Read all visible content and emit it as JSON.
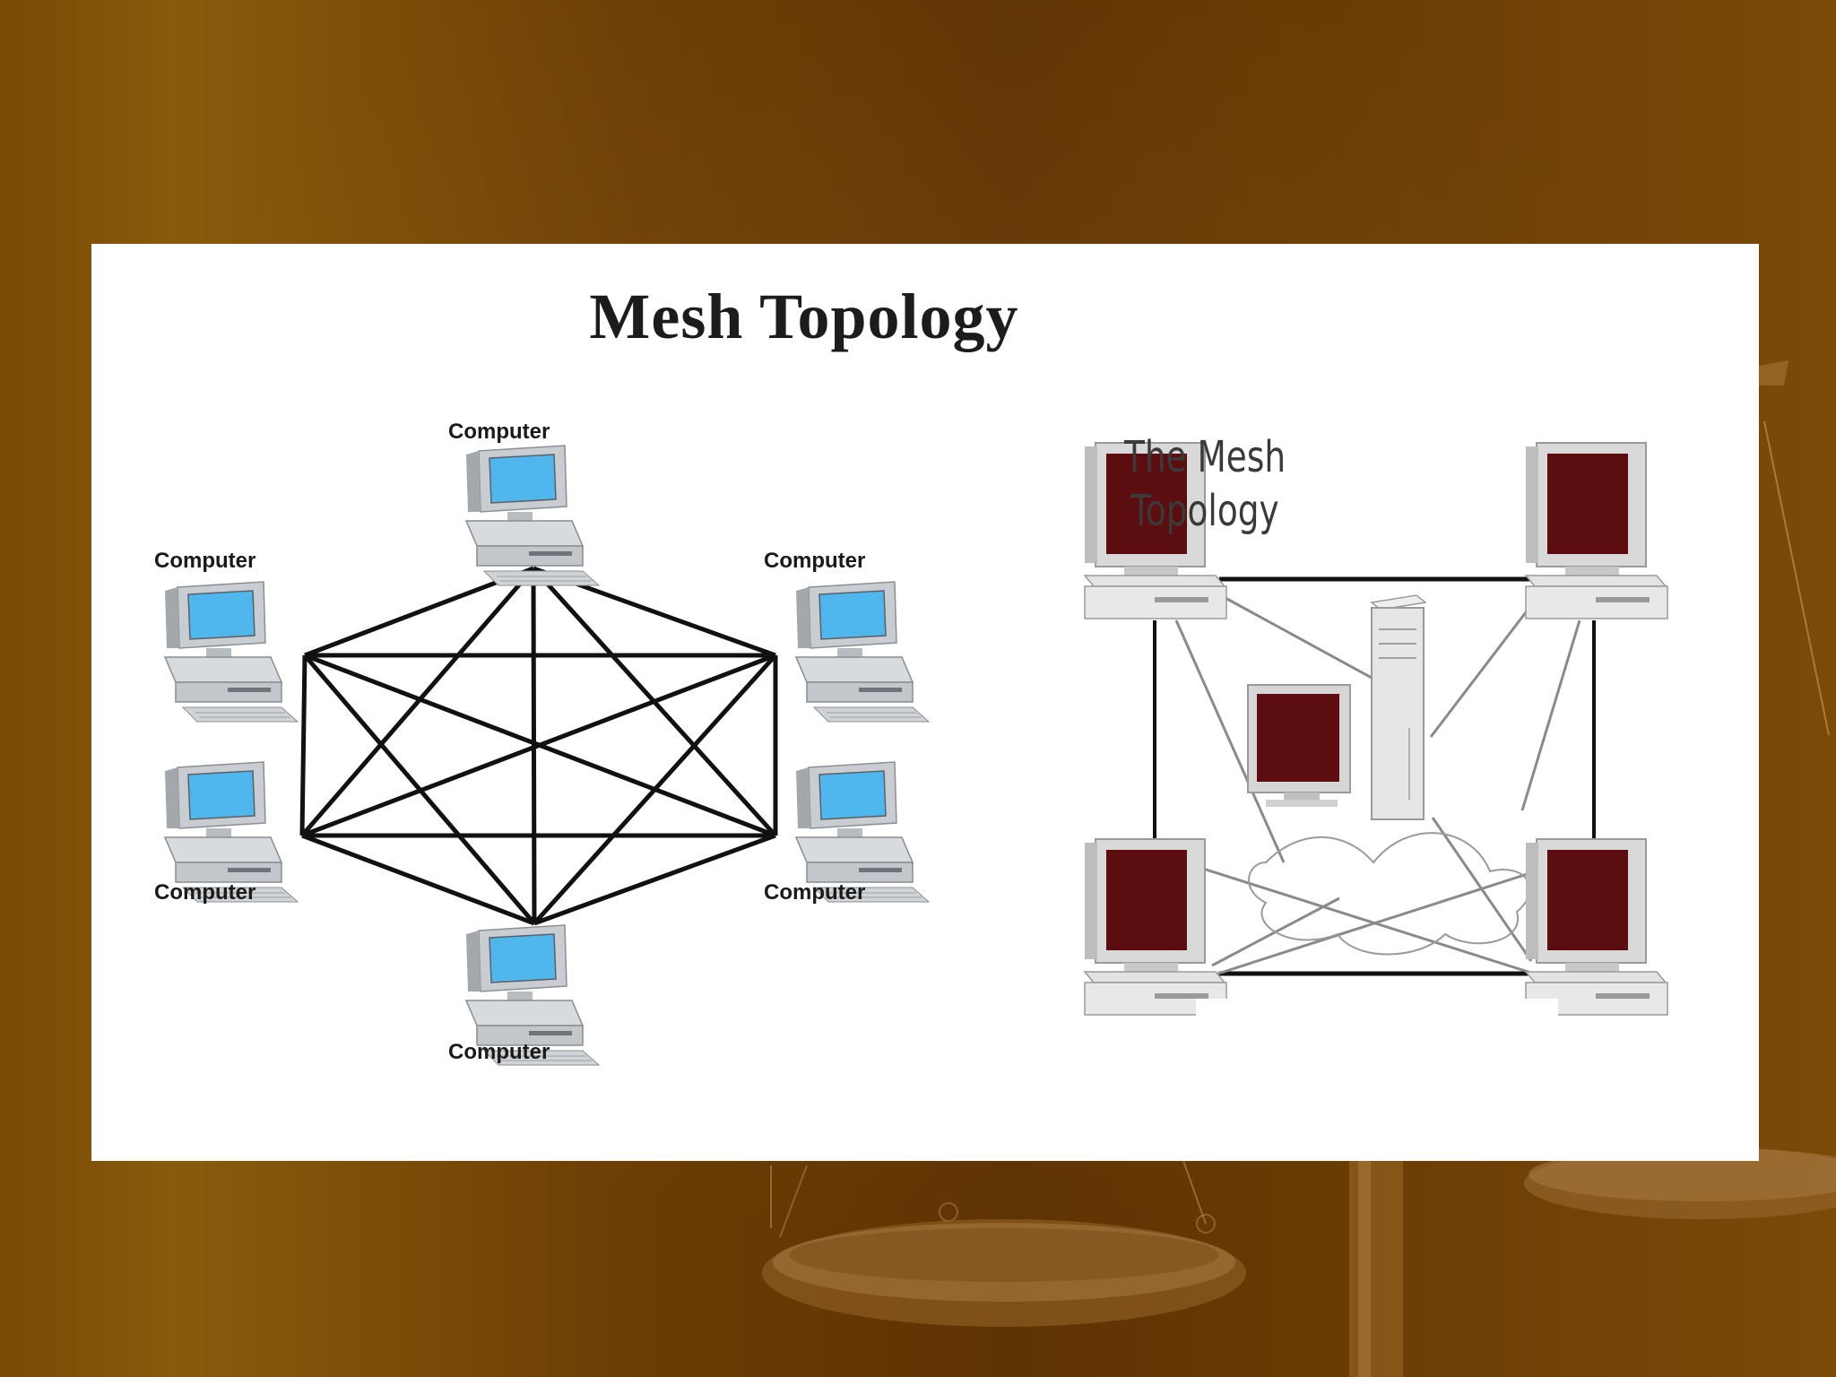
{
  "slide": {
    "title": "Mesh Topology"
  },
  "left_diagram": {
    "node_label": "Computer",
    "nodes": [
      {
        "id": "top",
        "label": "Computer"
      },
      {
        "id": "upper-left",
        "label": "Computer"
      },
      {
        "id": "upper-right",
        "label": "Computer"
      },
      {
        "id": "lower-left",
        "label": "Computer"
      },
      {
        "id": "lower-right",
        "label": "Computer"
      },
      {
        "id": "bottom",
        "label": "Computer"
      }
    ]
  },
  "right_diagram": {
    "title_line1": "The Mesh",
    "title_line2": "Topology"
  },
  "colors": {
    "background": "#6b3c04",
    "monitor_screen_left": "#4fb7ee",
    "monitor_screen_right": "#5c0d0f",
    "link_line": "#111111"
  }
}
